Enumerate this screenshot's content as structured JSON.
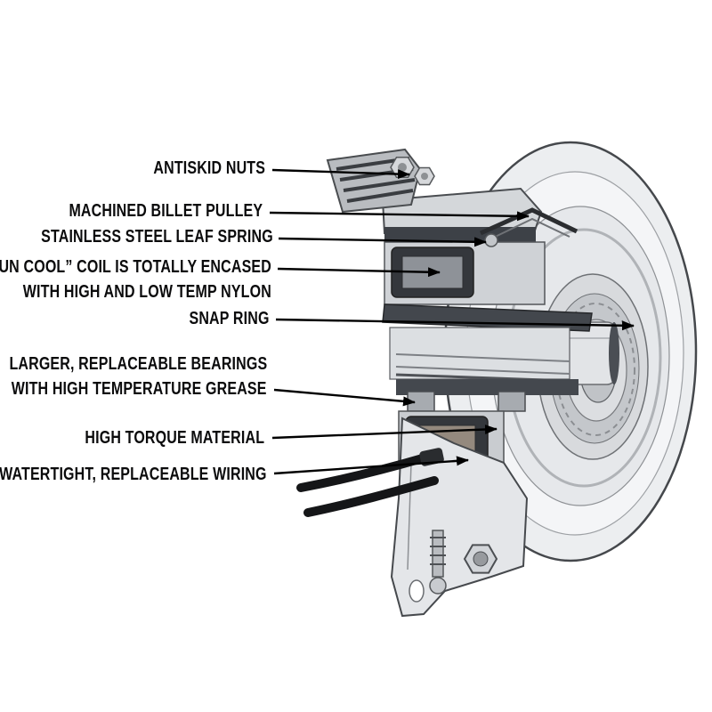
{
  "page": {
    "background": "#ffffff"
  },
  "illustration": {
    "name": "pto-clutch-cutaway",
    "colors": {
      "line": "#45484c",
      "light_metal": "#eceef0",
      "mid_metal": "#c9ccd1",
      "dark_section": "#34373c",
      "wire": "#151618",
      "label_text": "#0b0b0c"
    }
  },
  "callouts": {
    "antiskid_nuts": "ANTISKID NUTS",
    "machined_billet_pulley": "MACHINED BILLET PULLEY",
    "stainless_steel_leaf_spring": "STAINLESS STEEL LEAF SPRING",
    "run_cool_coil_line1": "“RUN COOL” COIL IS TOTALLY ENCASED",
    "run_cool_coil_line2": "WITH HIGH AND LOW TEMP NYLON",
    "snap_ring": "SNAP RING",
    "bearings_line1": "LARGER, REPLACEABLE BEARINGS",
    "bearings_line2": "WITH HIGH TEMPERATURE GREASE",
    "high_torque_material": "HIGH TORQUE MATERIAL",
    "watertight_wiring": "WATERTIGHT, REPLACEABLE WIRING"
  }
}
